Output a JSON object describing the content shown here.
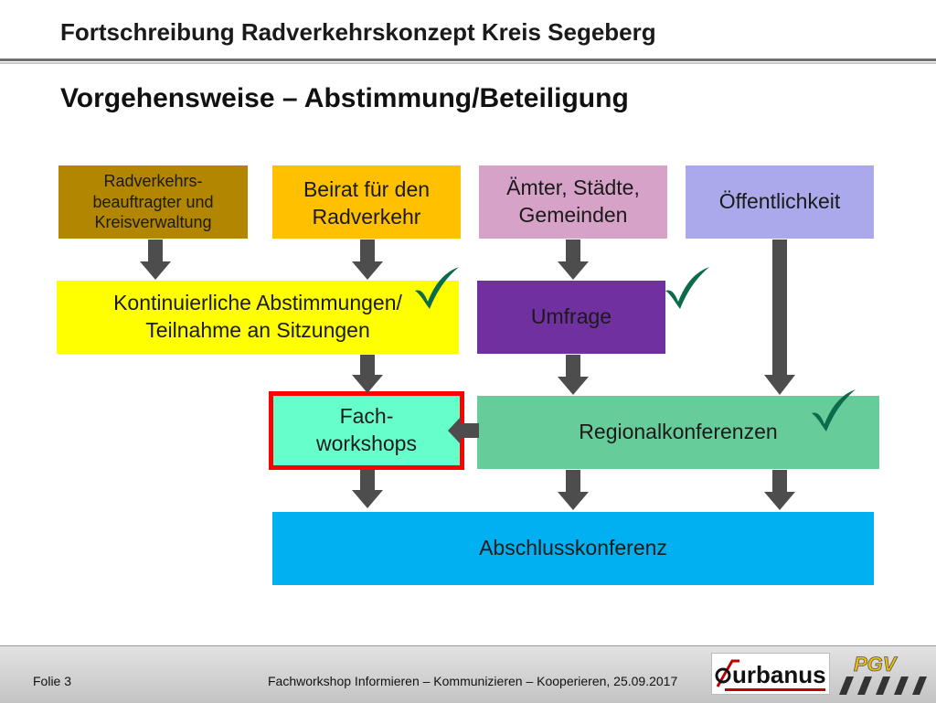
{
  "header": {
    "title": "Fortschreibung Radverkehrskonzept Kreis Segeberg"
  },
  "slide": {
    "title": "Vorgehensweise – Abstimmung/Beteiligung"
  },
  "diagram": {
    "box_radverkehr": {
      "label": "Radverkehrs-\nbeauftragter und\nKreisverwaltung",
      "color": "#b38600"
    },
    "box_beirat": {
      "label": "Beirat für den\nRadverkehr",
      "color": "#ffc000"
    },
    "box_aemter": {
      "label": "Ämter, Städte,\nGemeinden",
      "color": "#d7a2c8"
    },
    "box_oeffentlichkeit": {
      "label": "Öffentlichkeit",
      "color": "#a9a9ec"
    },
    "box_abstimmungen": {
      "label": "Kontinuierliche Abstimmungen/\nTeilnahme an Sitzungen",
      "color": "#ffff00"
    },
    "box_umfrage": {
      "label": "Umfrage",
      "color": "#7030a0"
    },
    "box_fachworkshops": {
      "label": "Fach-\nworkshops",
      "color": "#66ffcc",
      "highlight": "#ff0000"
    },
    "box_regionalkonferenzen": {
      "label": "Regionalkonferenzen",
      "color": "#66cc99"
    },
    "box_abschlusskonferenz": {
      "label": "Abschlusskonferenz",
      "color": "#00b0f0"
    },
    "arrow_color": "#4d4d4d",
    "check_color": "#0b6b4a"
  },
  "footer": {
    "slide_number": "Folie 3",
    "event_text": "Fachworkshop  Informieren – Kommunizieren – Kooperieren,  25.09.2017"
  },
  "logos": {
    "urbanus": "urbanus",
    "pgv": "PGV"
  }
}
